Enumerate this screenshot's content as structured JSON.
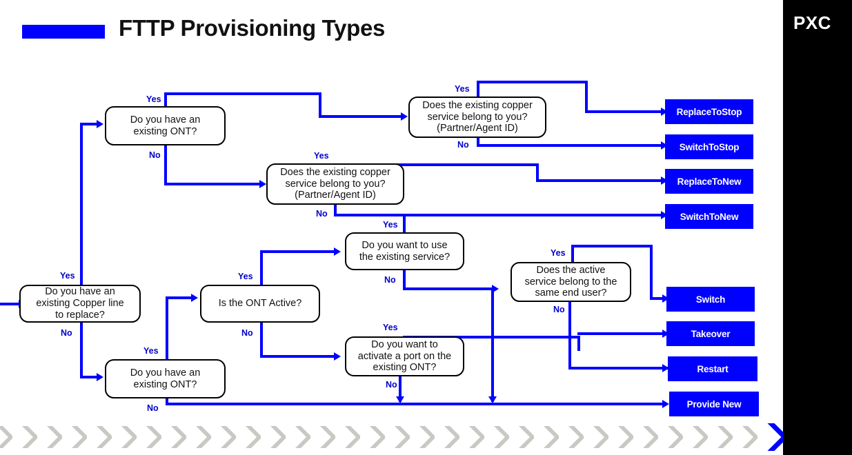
{
  "header": {
    "title": "FTTP Provisioning Types",
    "brand": "PXC",
    "accent_color": "#0000FF",
    "panel_color": "#000000"
  },
  "diagram": {
    "type": "flowchart",
    "decision_fill": "#FFFFFF",
    "decision_border": "#000000",
    "terminal_fill": "#0000FF",
    "terminal_text": "#FFFFFF",
    "edge_color": "#0000FF",
    "nodes": [
      {
        "id": "d_copper",
        "label": "Do you have an\nexisting Copper line\nto replace?"
      },
      {
        "id": "d_ont_top",
        "label": "Do you have an\nexisting ONT?"
      },
      {
        "id": "d_copper_top",
        "label": "Does the existing copper\nservice belong to you?\n(Partner/Agent ID)"
      },
      {
        "id": "d_copper_mid",
        "label": "Does the existing copper\nservice belong to you?\n(Partner/Agent ID)"
      },
      {
        "id": "d_ont_active",
        "label": "Is the ONT Active?"
      },
      {
        "id": "d_use_service",
        "label": "Do you want to use\nthe existing service?"
      },
      {
        "id": "d_activate",
        "label": "Do you want to\nactivate a port on the\nexisting ONT?"
      },
      {
        "id": "d_same_user",
        "label": "Does the active\nservice belong to the\nsame end user?"
      },
      {
        "id": "d_ont_bottom",
        "label": "Do you have an\nexisting ONT?"
      }
    ],
    "node_text": {
      "copper_l1": "Do you have an",
      "copper_l2": "existing Copper line",
      "copper_l3": "to replace?",
      "ont_top_l1": "Do you have an",
      "ont_top_l2": "existing ONT?",
      "copper_top_l1": "Does the existing copper",
      "copper_top_l2": "service belong to you?",
      "copper_top_l3": "(Partner/Agent ID)",
      "copper_mid_l1": "Does the existing copper",
      "copper_mid_l2": "service belong to you?",
      "copper_mid_l3": "(Partner/Agent ID)",
      "ont_active": "Is the ONT Active?",
      "use_service_l1": "Do you want to use",
      "use_service_l2": "the existing service?",
      "activate_l1": "Do you want to",
      "activate_l2": "activate a port on the",
      "activate_l3": "existing ONT?",
      "same_user_l1": "Does the active",
      "same_user_l2": "service belong to the",
      "same_user_l3": "same end user?",
      "ont_bottom_l1": "Do you have an",
      "ont_bottom_l2": "existing ONT?"
    },
    "terminals": [
      {
        "id": "t1",
        "label": "ReplaceToStop"
      },
      {
        "id": "t2",
        "label": "SwitchToStop"
      },
      {
        "id": "t3",
        "label": "ReplaceToNew"
      },
      {
        "id": "t4",
        "label": "SwitchToNew"
      },
      {
        "id": "t5",
        "label": "Switch"
      },
      {
        "id": "t6",
        "label": "Takeover"
      },
      {
        "id": "t7",
        "label": "Restart"
      },
      {
        "id": "t8",
        "label": "Provide New"
      }
    ],
    "edge_labels": {
      "copper_yes": "Yes",
      "copper_no": "No",
      "ont_top_yes": "Yes",
      "ont_top_no": "No",
      "copper_top_yes": "Yes",
      "copper_top_no": "No",
      "copper_mid_yes": "Yes",
      "copper_mid_no": "No",
      "ont_active_yes": "Yes",
      "ont_active_no": "No",
      "use_service_yes": "Yes",
      "use_service_no": "No",
      "activate_yes": "Yes",
      "activate_no": "No",
      "same_user_yes": "Yes",
      "same_user_no": "No",
      "ont_bottom_yes": "Yes",
      "ont_bottom_no": "No"
    },
    "paths": [
      {
        "from": "d_copper",
        "branch": "Yes",
        "to": "d_ont_top"
      },
      {
        "from": "d_copper",
        "branch": "No",
        "to": "d_ont_bottom"
      },
      {
        "from": "d_ont_top",
        "branch": "Yes",
        "to": "d_copper_top"
      },
      {
        "from": "d_ont_top",
        "branch": "No",
        "to": "d_copper_mid"
      },
      {
        "from": "d_copper_top",
        "branch": "Yes",
        "to": "t1"
      },
      {
        "from": "d_copper_top",
        "branch": "No",
        "to": "t2"
      },
      {
        "from": "d_copper_mid",
        "branch": "Yes",
        "to": "t3"
      },
      {
        "from": "d_copper_mid",
        "branch": "No",
        "to": "t4"
      },
      {
        "from": "d_ont_bottom",
        "branch": "Yes",
        "to": "d_ont_active"
      },
      {
        "from": "d_ont_bottom",
        "branch": "No",
        "to": "t8"
      },
      {
        "from": "d_ont_active",
        "branch": "Yes",
        "to": "d_use_service"
      },
      {
        "from": "d_ont_active",
        "branch": "No",
        "to": "d_activate"
      },
      {
        "from": "d_use_service",
        "branch": "Yes",
        "to": "t4"
      },
      {
        "from": "d_use_service",
        "branch": "No",
        "to": "d_same_user"
      },
      {
        "from": "d_activate",
        "branch": "Yes",
        "to": "t6"
      },
      {
        "from": "d_activate",
        "branch": "No",
        "to": "t8"
      },
      {
        "from": "d_same_user",
        "branch": "Yes",
        "to": "t5"
      },
      {
        "from": "d_same_user",
        "branch": "No",
        "to": "t7"
      }
    ]
  }
}
